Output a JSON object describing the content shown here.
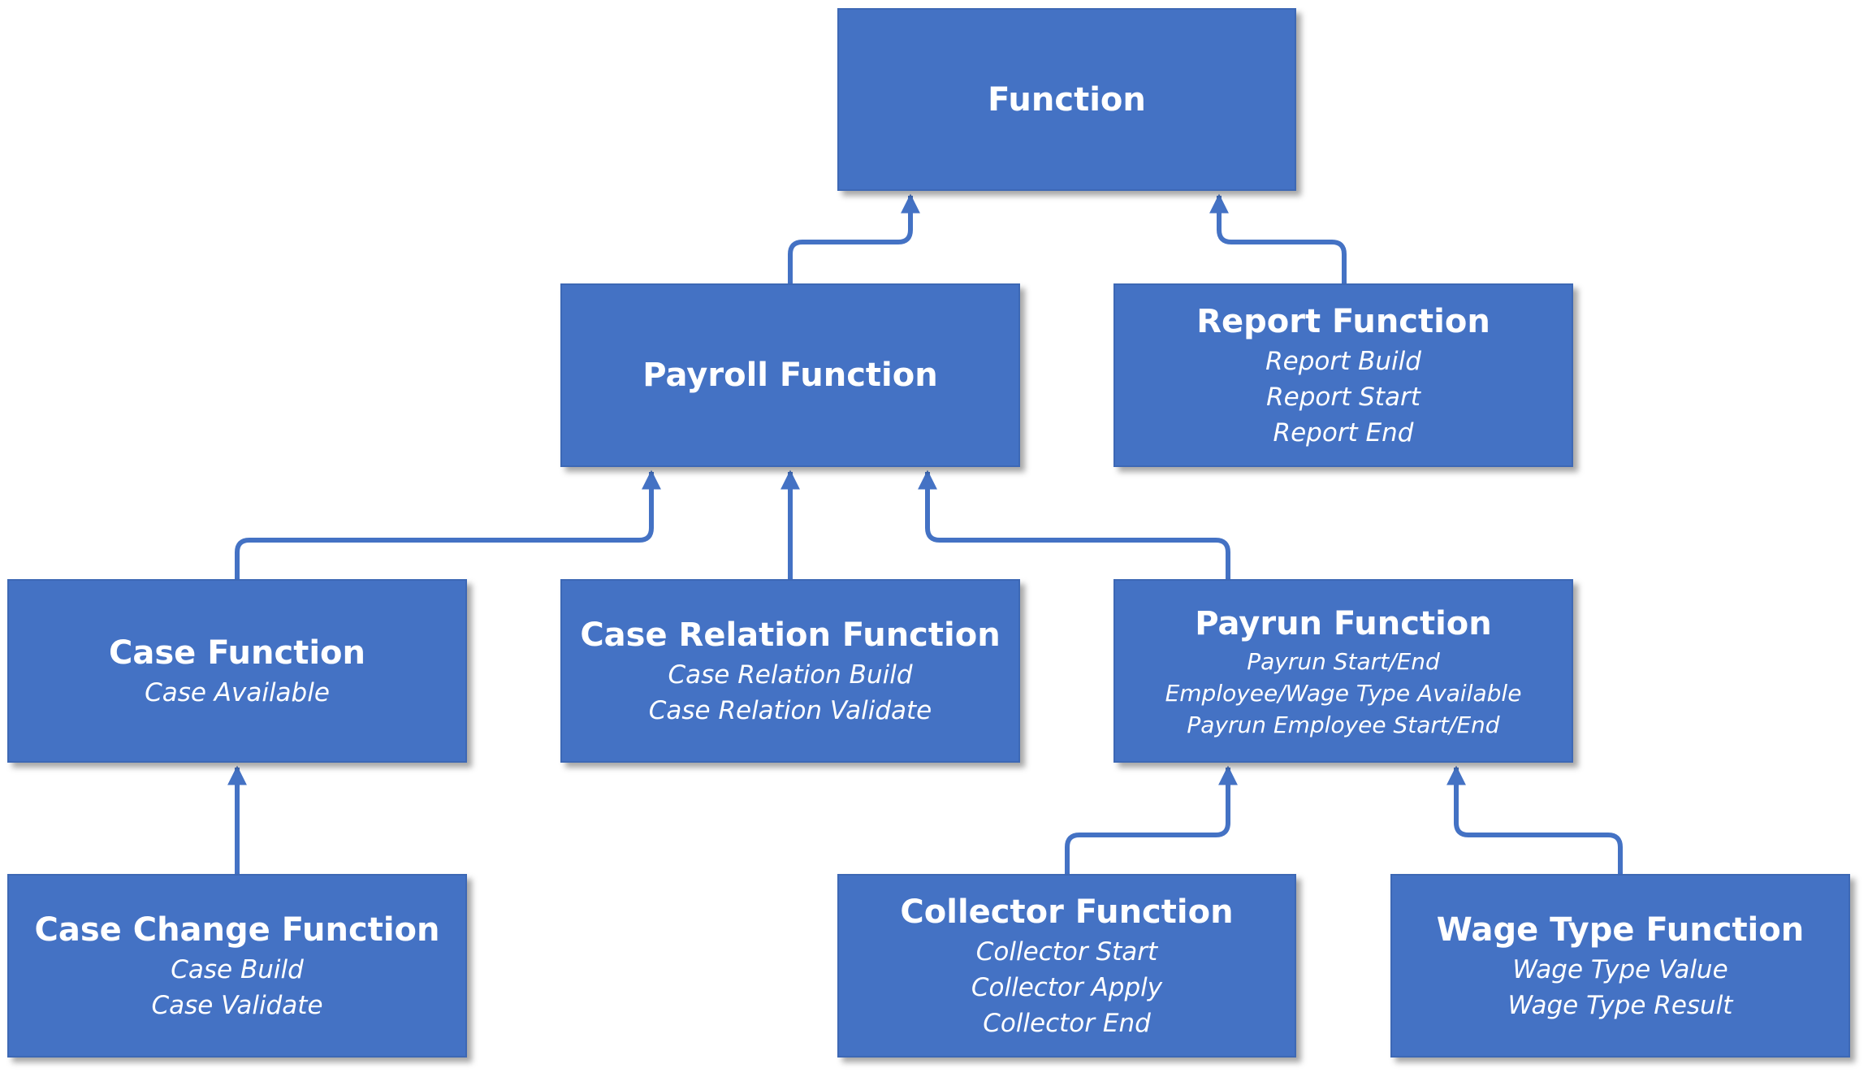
{
  "colors": {
    "box_fill": "#4472C4",
    "connector": "#4472C4",
    "text": "#ffffff"
  },
  "boxes": {
    "function": {
      "title": "Function",
      "items": []
    },
    "payroll": {
      "title": "Payroll Function",
      "items": []
    },
    "report": {
      "title": "Report Function",
      "items": [
        "Report Build",
        "Report Start",
        "Report End"
      ]
    },
    "case": {
      "title": "Case Function",
      "items": [
        "Case Available"
      ]
    },
    "case_relation": {
      "title": "Case Relation Function",
      "items": [
        "Case Relation Build",
        "Case Relation Validate"
      ]
    },
    "payrun": {
      "title": "Payrun Function",
      "items": [
        "Payrun Start/End",
        "Employee/Wage Type Available",
        "Payrun Employee Start/End"
      ]
    },
    "case_change": {
      "title": "Case Change Function",
      "items": [
        "Case Build",
        "Case Validate"
      ]
    },
    "collector": {
      "title": "Collector Function",
      "items": [
        "Collector Start",
        "Collector Apply",
        "Collector End"
      ]
    },
    "wage_type": {
      "title": "Wage Type Function",
      "items": [
        "Wage Type Value",
        "Wage Type Result"
      ]
    }
  }
}
